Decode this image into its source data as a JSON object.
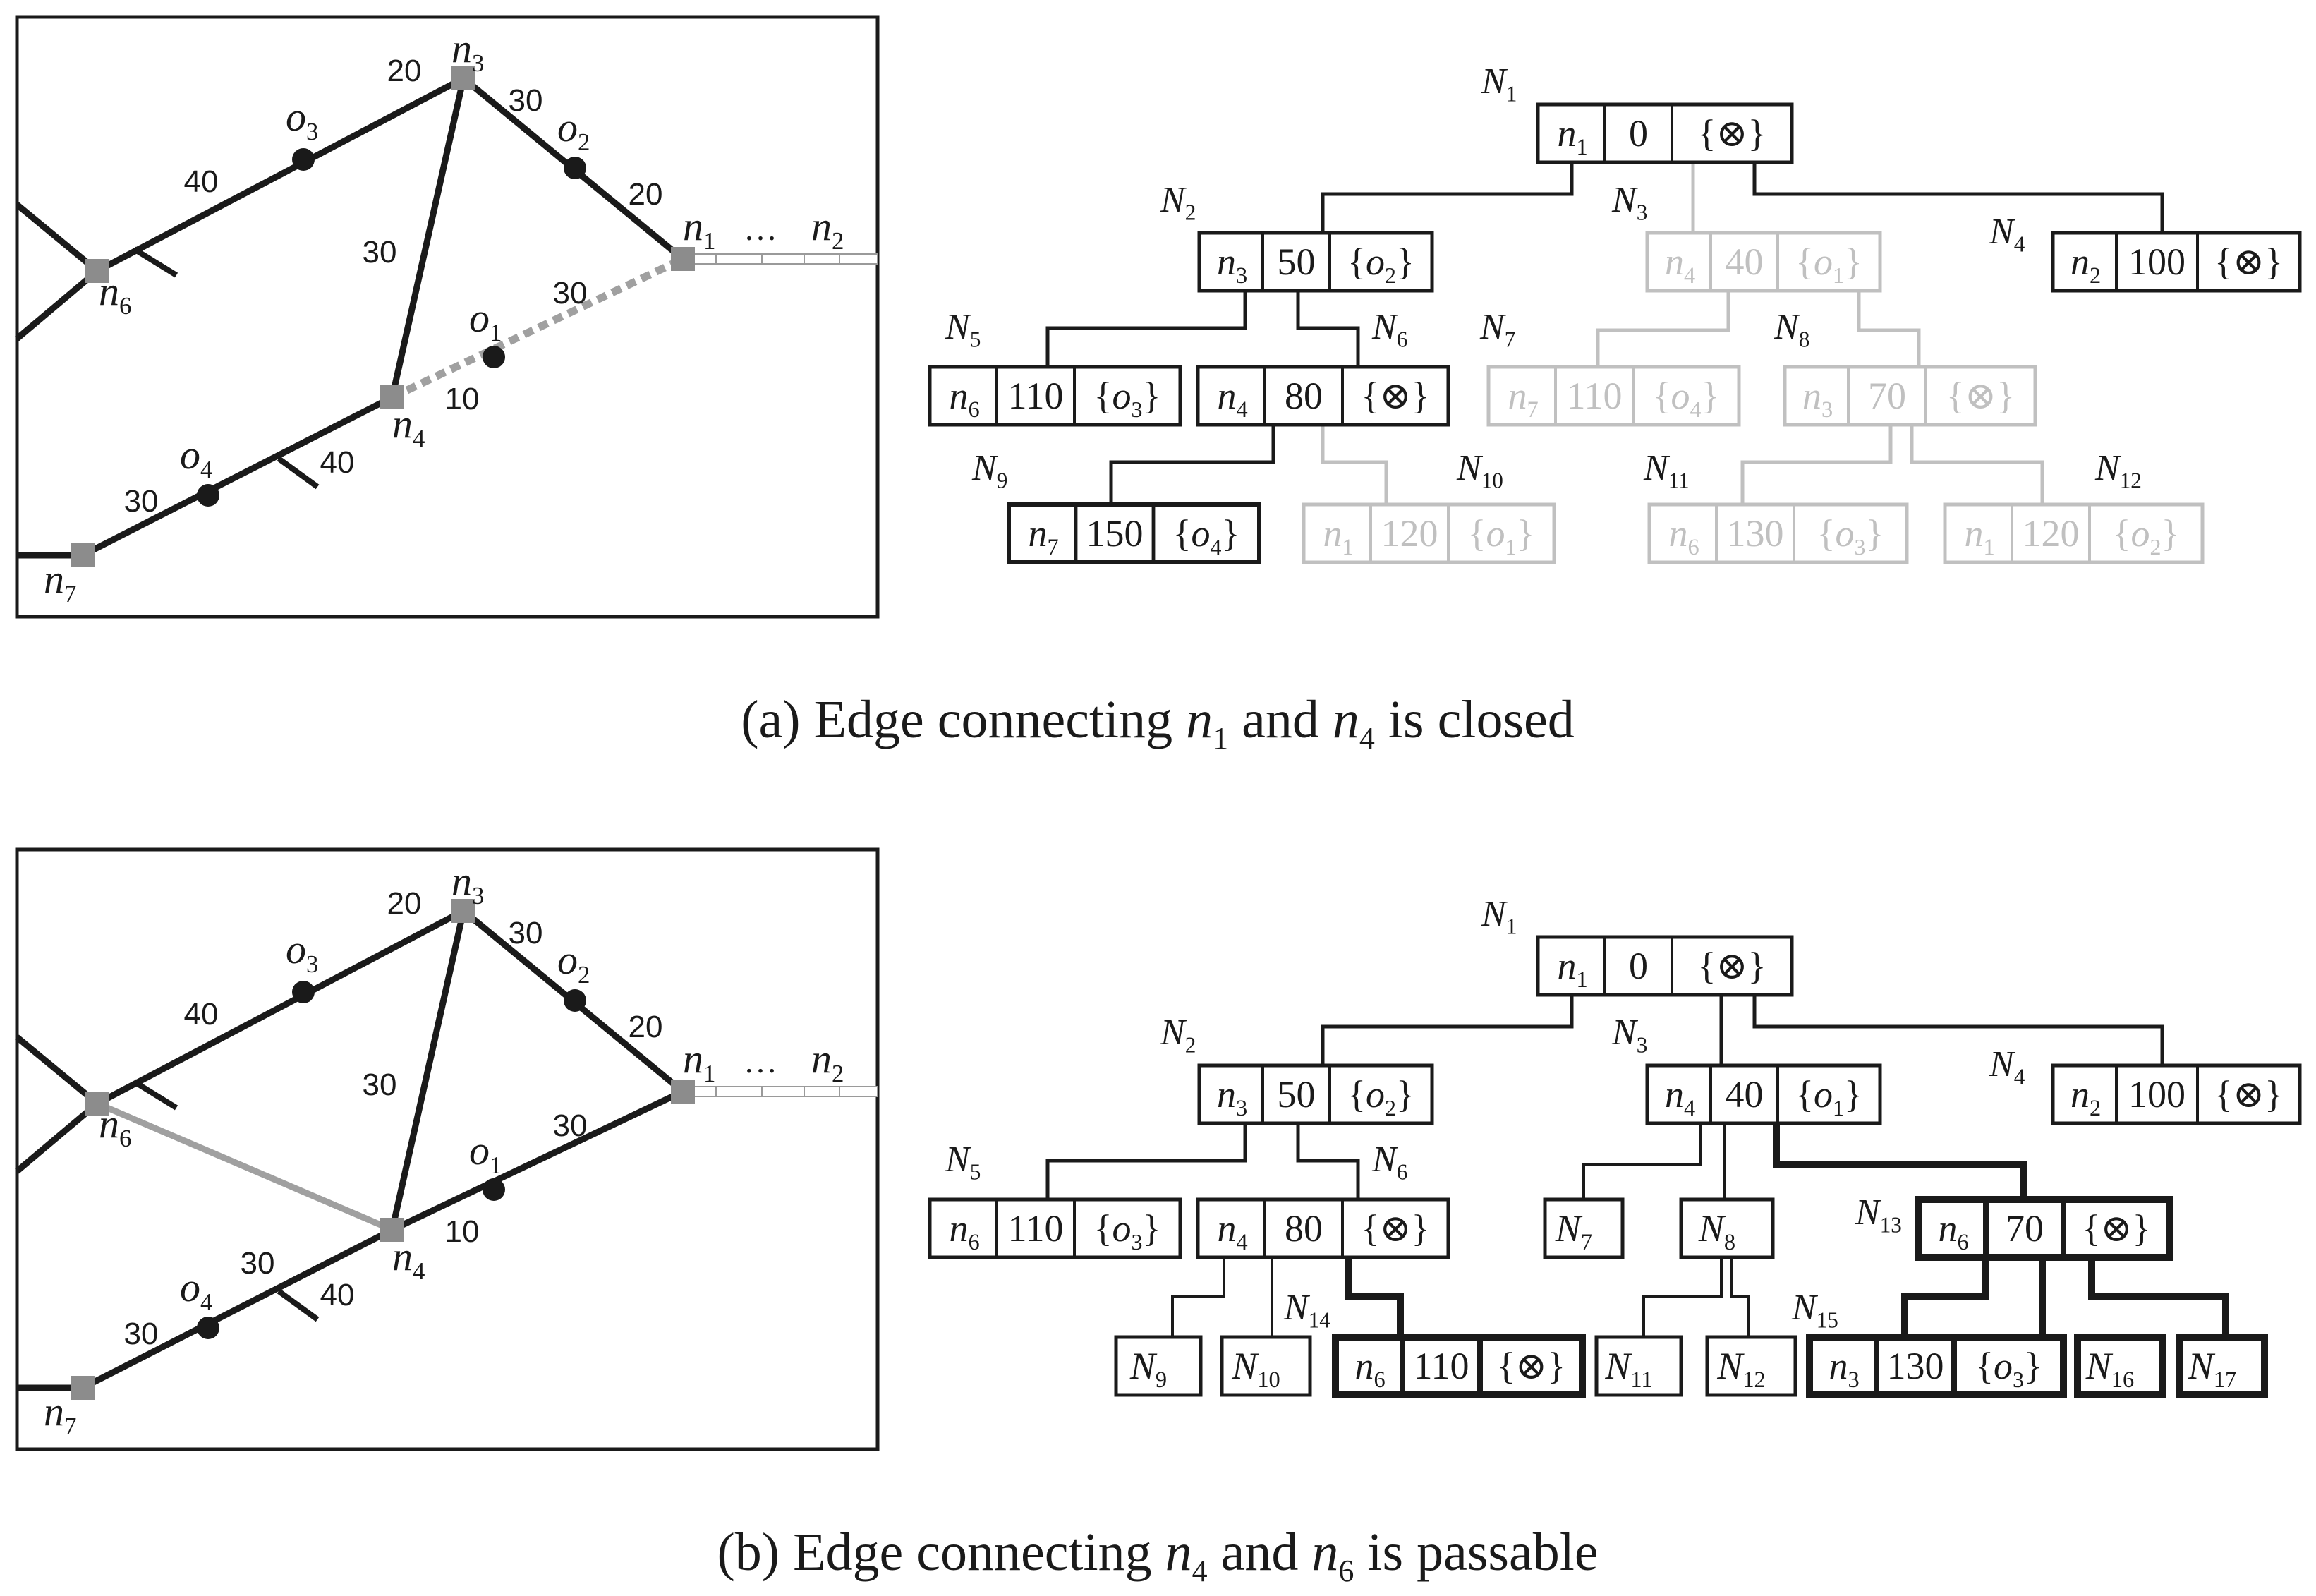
{
  "colors": {
    "dark": "#1a1a1a",
    "gray_edge": "#a0a0a0",
    "light_tree": "#c0c0c0",
    "node_fill": "#8c8c8c"
  },
  "panels": [
    {
      "id": "a",
      "caption": {
        "label": "(a) Edge connecting ",
        "v1": "n",
        "s1": "1",
        "mid": " and ",
        "v2": "n",
        "s2": "4",
        "end": " is closed"
      },
      "graph": {
        "nodes": [
          {
            "name": "n",
            "sub": "3"
          },
          {
            "name": "n",
            "sub": "1"
          },
          {
            "name": "n",
            "sub": "2"
          },
          {
            "name": "n",
            "sub": "6"
          },
          {
            "name": "n",
            "sub": "4"
          },
          {
            "name": "n",
            "sub": "7"
          }
        ],
        "objects": [
          {
            "name": "o",
            "sub": "3"
          },
          {
            "name": "o",
            "sub": "2"
          },
          {
            "name": "o",
            "sub": "1"
          },
          {
            "name": "o",
            "sub": "4"
          }
        ],
        "edge_labels": [
          "20",
          "30",
          "40",
          "20",
          "30",
          "30",
          "10",
          "30",
          "40"
        ],
        "ellipsis": "…"
      },
      "tree": {
        "nodes": [
          {
            "label": "N",
            "sub": "1",
            "cells": [
              {
                "v": "n",
                "s": "1"
              },
              {
                "t": "0"
              },
              {
                "t": "{⊗}"
              }
            ]
          },
          {
            "label": "N",
            "sub": "2",
            "cells": [
              {
                "v": "n",
                "s": "3"
              },
              {
                "t": "50"
              },
              {
                "set": "o",
                "s": "2"
              }
            ]
          },
          {
            "label": "N",
            "sub": "3",
            "cells": [
              {
                "v": "n",
                "s": "4"
              },
              {
                "t": "40"
              },
              {
                "set": "o",
                "s": "1"
              }
            ]
          },
          {
            "label": "N",
            "sub": "4",
            "cells": [
              {
                "v": "n",
                "s": "2"
              },
              {
                "t": "100"
              },
              {
                "t": "{⊗}"
              }
            ]
          },
          {
            "label": "N",
            "sub": "5",
            "cells": [
              {
                "v": "n",
                "s": "6"
              },
              {
                "t": "110"
              },
              {
                "set": "o",
                "s": "3"
              }
            ]
          },
          {
            "label": "N",
            "sub": "6",
            "cells": [
              {
                "v": "n",
                "s": "4"
              },
              {
                "t": "80"
              },
              {
                "t": "{⊗}"
              }
            ]
          },
          {
            "label": "N",
            "sub": "7",
            "cells": [
              {
                "v": "n",
                "s": "7"
              },
              {
                "t": "110"
              },
              {
                "set": "o",
                "s": "4"
              }
            ]
          },
          {
            "label": "N",
            "sub": "8",
            "cells": [
              {
                "v": "n",
                "s": "3"
              },
              {
                "t": "70"
              },
              {
                "t": "{⊗}"
              }
            ]
          },
          {
            "label": "N",
            "sub": "9",
            "cells": [
              {
                "v": "n",
                "s": "7"
              },
              {
                "t": "150"
              },
              {
                "set": "o",
                "s": "4"
              }
            ]
          },
          {
            "label": "N",
            "sub": "10",
            "cells": [
              {
                "v": "n",
                "s": "1"
              },
              {
                "t": "120"
              },
              {
                "set": "o",
                "s": "1"
              }
            ]
          },
          {
            "label": "N",
            "sub": "11",
            "cells": [
              {
                "v": "n",
                "s": "6"
              },
              {
                "t": "130"
              },
              {
                "set": "o",
                "s": "3"
              }
            ]
          },
          {
            "label": "N",
            "sub": "12",
            "cells": [
              {
                "v": "n",
                "s": "1"
              },
              {
                "t": "120"
              },
              {
                "set": "o",
                "s": "2"
              }
            ]
          }
        ]
      }
    },
    {
      "id": "b",
      "caption": {
        "label": "(b) Edge connecting ",
        "v1": "n",
        "s1": "4",
        "mid": " and ",
        "v2": "n",
        "s2": "6",
        "end": " is passable"
      },
      "graph": {
        "nodes": [
          {
            "name": "n",
            "sub": "3"
          },
          {
            "name": "n",
            "sub": "1"
          },
          {
            "name": "n",
            "sub": "2"
          },
          {
            "name": "n",
            "sub": "6"
          },
          {
            "name": "n",
            "sub": "4"
          },
          {
            "name": "n",
            "sub": "7"
          }
        ],
        "objects": [
          {
            "name": "o",
            "sub": "3"
          },
          {
            "name": "o",
            "sub": "2"
          },
          {
            "name": "o",
            "sub": "1"
          },
          {
            "name": "o",
            "sub": "4"
          }
        ],
        "edge_labels": [
          "20",
          "30",
          "40",
          "20",
          "30",
          "30",
          "10",
          "30",
          "40",
          "30"
        ],
        "ellipsis": "…"
      },
      "tree": {
        "nodes": [
          {
            "label": "N",
            "sub": "1",
            "cells": [
              {
                "v": "n",
                "s": "1"
              },
              {
                "t": "0"
              },
              {
                "t": "{⊗}"
              }
            ]
          },
          {
            "label": "N",
            "sub": "2",
            "cells": [
              {
                "v": "n",
                "s": "3"
              },
              {
                "t": "50"
              },
              {
                "set": "o",
                "s": "2"
              }
            ]
          },
          {
            "label": "N",
            "sub": "3",
            "cells": [
              {
                "v": "n",
                "s": "4"
              },
              {
                "t": "40"
              },
              {
                "set": "o",
                "s": "1"
              }
            ]
          },
          {
            "label": "N",
            "sub": "4",
            "cells": [
              {
                "v": "n",
                "s": "2"
              },
              {
                "t": "100"
              },
              {
                "t": "{⊗}"
              }
            ]
          },
          {
            "label": "N",
            "sub": "5",
            "cells": [
              {
                "v": "n",
                "s": "6"
              },
              {
                "t": "110"
              },
              {
                "set": "o",
                "s": "3"
              }
            ]
          },
          {
            "label": "N",
            "sub": "6",
            "cells": [
              {
                "v": "n",
                "s": "4"
              },
              {
                "t": "80"
              },
              {
                "t": "{⊗}"
              }
            ]
          },
          {
            "label": "",
            "sub": "",
            "cells": [
              {
                "box": "N",
                "s": "7"
              }
            ]
          },
          {
            "label": "",
            "sub": "",
            "cells": [
              {
                "box": "N",
                "s": "8"
              }
            ]
          },
          {
            "label": "N",
            "sub": "13",
            "cells": [
              {
                "v": "n",
                "s": "6"
              },
              {
                "t": "70"
              },
              {
                "t": "{⊗}"
              }
            ]
          },
          {
            "label": "",
            "sub": "",
            "cells": [
              {
                "box": "N",
                "s": "9"
              }
            ]
          },
          {
            "label": "",
            "sub": "",
            "cells": [
              {
                "box": "N",
                "s": "10"
              }
            ]
          },
          {
            "label": "N",
            "sub": "14",
            "cells": [
              {
                "v": "n",
                "s": "6"
              },
              {
                "t": "110"
              },
              {
                "t": "{⊗}"
              }
            ]
          },
          {
            "label": "",
            "sub": "",
            "cells": [
              {
                "box": "N",
                "s": "11"
              }
            ]
          },
          {
            "label": "",
            "sub": "",
            "cells": [
              {
                "box": "N",
                "s": "12"
              }
            ]
          },
          {
            "label": "N",
            "sub": "15",
            "cells": [
              {
                "v": "n",
                "s": "3"
              },
              {
                "t": "130"
              },
              {
                "set": "o",
                "s": "3"
              }
            ]
          },
          {
            "label": "",
            "sub": "",
            "cells": [
              {
                "box": "N",
                "s": "16"
              }
            ]
          },
          {
            "label": "",
            "sub": "",
            "cells": [
              {
                "box": "N",
                "s": "17"
              }
            ]
          }
        ]
      }
    }
  ]
}
